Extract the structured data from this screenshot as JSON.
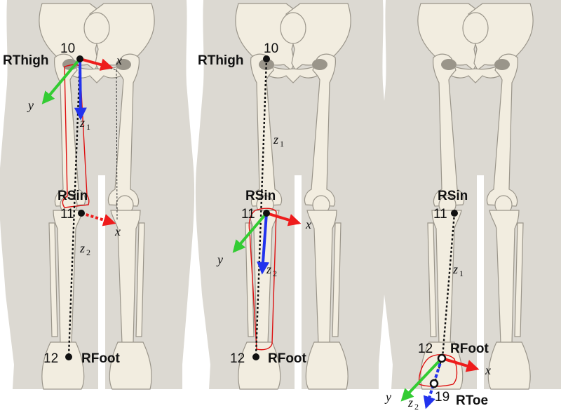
{
  "panels": [
    {
      "joints": {
        "top_num": "10",
        "top_name": "RThigh",
        "mid_num": "11",
        "mid_name": "RSin",
        "bot_num": "12",
        "bot_name": "RFoot"
      },
      "axes": {
        "x": "x",
        "y": "y",
        "x2": "x",
        "z1": "z",
        "z1_sub": "1",
        "z2": "z",
        "z2_sub": "2"
      }
    },
    {
      "joints": {
        "top_num": "10",
        "top_name": "RThigh",
        "mid_num": "11",
        "mid_name": "RSin",
        "bot_num": "12",
        "bot_name": "RFoot"
      },
      "axes": {
        "x": "x",
        "y": "y",
        "z1": "z",
        "z1_sub": "1",
        "z2": "z",
        "z2_sub": "2"
      }
    },
    {
      "joints": {
        "mid_name": "RSin",
        "mid_num": "11",
        "bot_num": "12",
        "bot_name": "RFoot",
        "toe_num": "19",
        "toe_name": "RToe"
      },
      "axes": {
        "x": "x",
        "y": "y",
        "z1": "z",
        "z1_sub": "1",
        "z2": "z",
        "z2_sub": "2"
      }
    }
  ],
  "colors": {
    "x_axis": "#ee1c1c",
    "y_axis": "#33cc33",
    "z_axis": "#2233ee",
    "segment_outline": "#dd1111",
    "bone_fill": "#f2ede0",
    "bone_stroke": "#9a958a",
    "silhouette": "#dcd9d2"
  }
}
